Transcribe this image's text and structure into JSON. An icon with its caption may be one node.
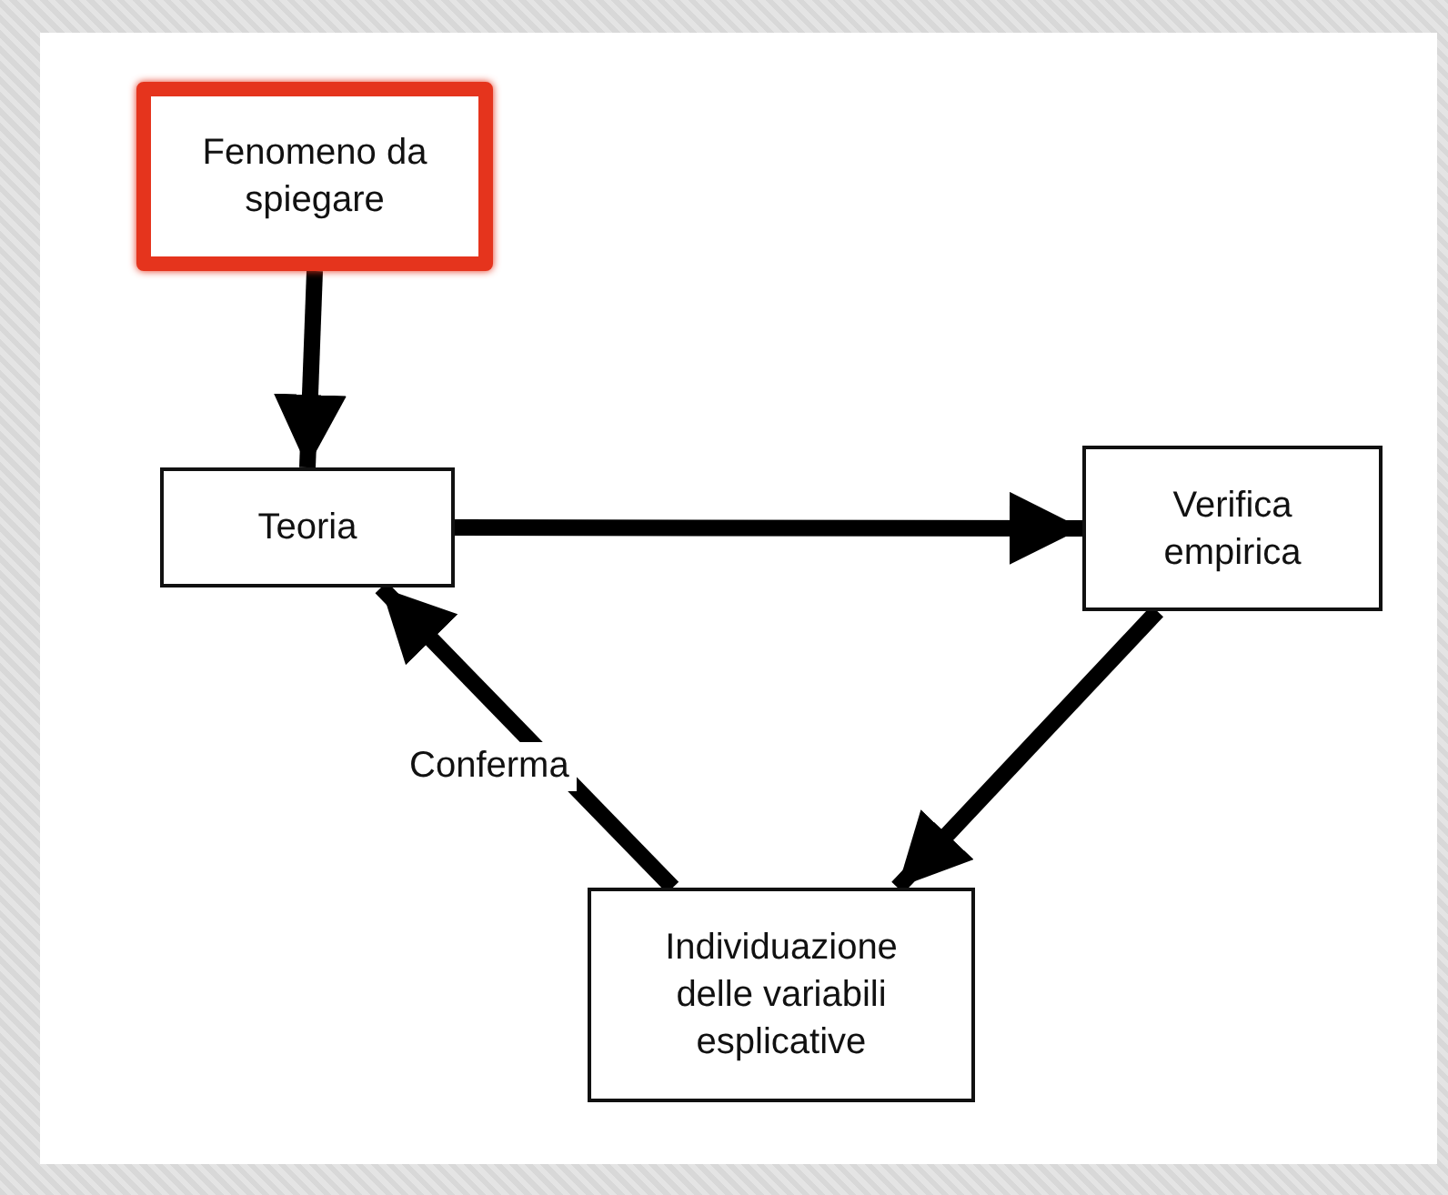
{
  "diagram": {
    "nodes": [
      {
        "text": [
          "Fenomeno da spiegare"
        ]
      },
      {
        "text": [
          "Teoria"
        ]
      },
      {
        "text": [
          "Verifica empirica"
        ]
      },
      {
        "text": [
          "Individuazione delle variabili esplicative"
        ]
      }
    ],
    "edges": [
      {
        "from": 0,
        "to": 1,
        "arrow": "to"
      },
      {
        "from": 1,
        "to": 2,
        "arrow": "to"
      },
      {
        "from": 2,
        "to": 3,
        "arrow": "to"
      },
      {
        "from": 3,
        "to": 1,
        "arrow": "to",
        "label": "Conferma"
      }
    ]
  }
}
